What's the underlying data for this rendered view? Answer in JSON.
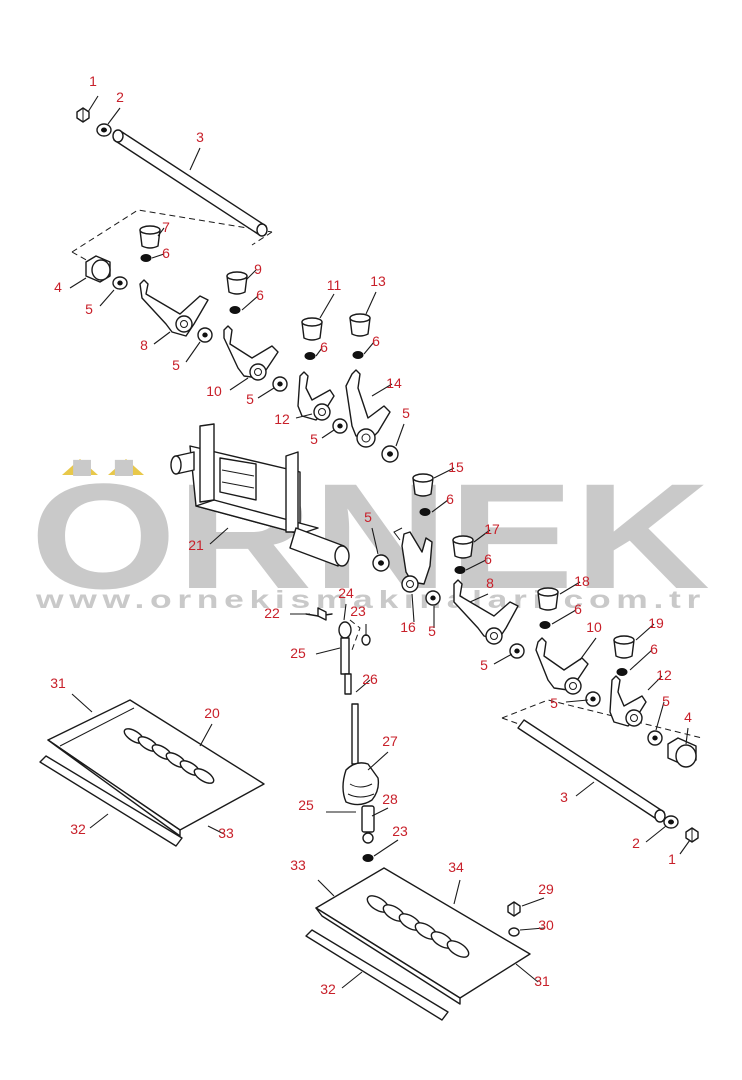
{
  "watermark": {
    "brand": "ÖRNEK",
    "url": "www.ornekismakinalari.com.tr",
    "brand_color": "#c9c9c9",
    "accent_color": "#e8c84a"
  },
  "label_color": "#c8202a",
  "callouts": [
    {
      "id": "c1a",
      "text": "1"
    },
    {
      "id": "c2a",
      "text": "2"
    },
    {
      "id": "c3a",
      "text": "3"
    },
    {
      "id": "c4a",
      "text": "4"
    },
    {
      "id": "c5a",
      "text": "5"
    },
    {
      "id": "c6a",
      "text": "6"
    },
    {
      "id": "c7",
      "text": "7"
    },
    {
      "id": "c8a",
      "text": "8"
    },
    {
      "id": "c5b",
      "text": "5"
    },
    {
      "id": "c9",
      "text": "9"
    },
    {
      "id": "c6b",
      "text": "6"
    },
    {
      "id": "c10a",
      "text": "10"
    },
    {
      "id": "c5c",
      "text": "5"
    },
    {
      "id": "c11",
      "text": "11"
    },
    {
      "id": "c13",
      "text": "13"
    },
    {
      "id": "c6c",
      "text": "6"
    },
    {
      "id": "c6d",
      "text": "6"
    },
    {
      "id": "c12a",
      "text": "12"
    },
    {
      "id": "c14",
      "text": "14"
    },
    {
      "id": "c5d",
      "text": "5"
    },
    {
      "id": "c5e",
      "text": "5"
    },
    {
      "id": "c15",
      "text": "15"
    },
    {
      "id": "c6e",
      "text": "6"
    },
    {
      "id": "c21",
      "text": "21"
    },
    {
      "id": "c5f",
      "text": "5"
    },
    {
      "id": "c17",
      "text": "17"
    },
    {
      "id": "c6f",
      "text": "6"
    },
    {
      "id": "c8b",
      "text": "8"
    },
    {
      "id": "c16",
      "text": "16"
    },
    {
      "id": "c5g",
      "text": "5"
    },
    {
      "id": "c18",
      "text": "18"
    },
    {
      "id": "c6g",
      "text": "6"
    },
    {
      "id": "c22",
      "text": "22"
    },
    {
      "id": "c24",
      "text": "24"
    },
    {
      "id": "c23a",
      "text": "23"
    },
    {
      "id": "c10b",
      "text": "10"
    },
    {
      "id": "c19",
      "text": "19"
    },
    {
      "id": "c25a",
      "text": "25"
    },
    {
      "id": "c5h",
      "text": "5"
    },
    {
      "id": "c6h",
      "text": "6"
    },
    {
      "id": "c12b",
      "text": "12"
    },
    {
      "id": "c26",
      "text": "26"
    },
    {
      "id": "c5i",
      "text": "5"
    },
    {
      "id": "c5j",
      "text": "5"
    },
    {
      "id": "c31a",
      "text": "31"
    },
    {
      "id": "c20",
      "text": "20"
    },
    {
      "id": "c4b",
      "text": "4"
    },
    {
      "id": "c27",
      "text": "27"
    },
    {
      "id": "c3b",
      "text": "3"
    },
    {
      "id": "c25b",
      "text": "25"
    },
    {
      "id": "c28",
      "text": "28"
    },
    {
      "id": "c32a",
      "text": "32"
    },
    {
      "id": "c33a",
      "text": "33"
    },
    {
      "id": "c23b",
      "text": "23"
    },
    {
      "id": "c2b",
      "text": "2"
    },
    {
      "id": "c1b",
      "text": "1"
    },
    {
      "id": "c33b",
      "text": "33"
    },
    {
      "id": "c34",
      "text": "34"
    },
    {
      "id": "c29",
      "text": "29"
    },
    {
      "id": "c30",
      "text": "30"
    },
    {
      "id": "c32b",
      "text": "32"
    },
    {
      "id": "c31b",
      "text": "31"
    }
  ]
}
